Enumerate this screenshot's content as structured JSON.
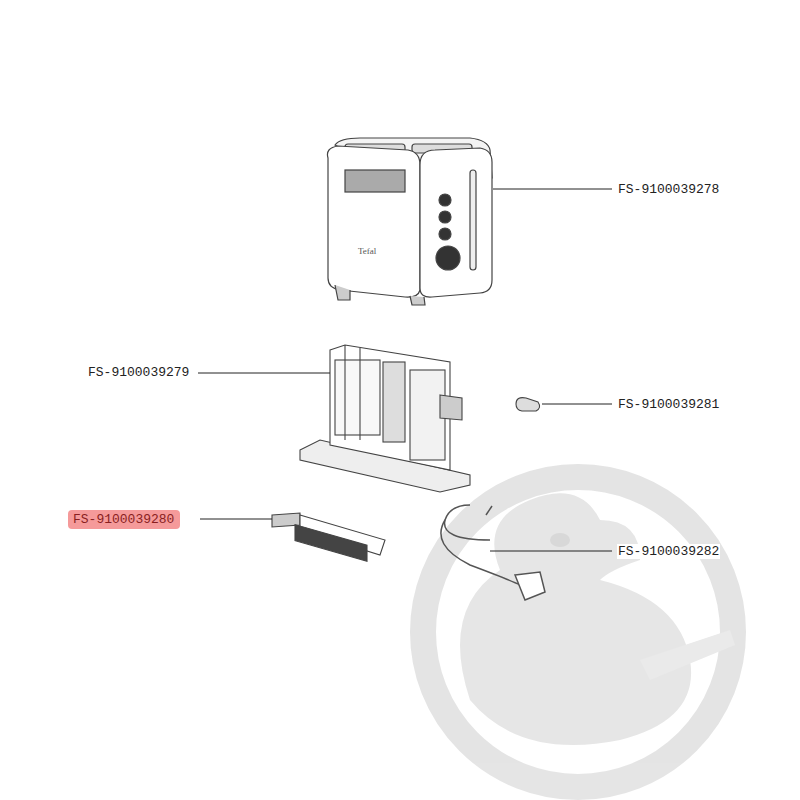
{
  "diagram": {
    "nodes": [
      {
        "text": [
          "FS-9100039280"
        ]
      }
    ],
    "labels": [
      "FS-9100039278",
      "FS-9100039279",
      "FS-9100039281",
      "FS-9100039282",
      "Tefal"
    ]
  }
}
